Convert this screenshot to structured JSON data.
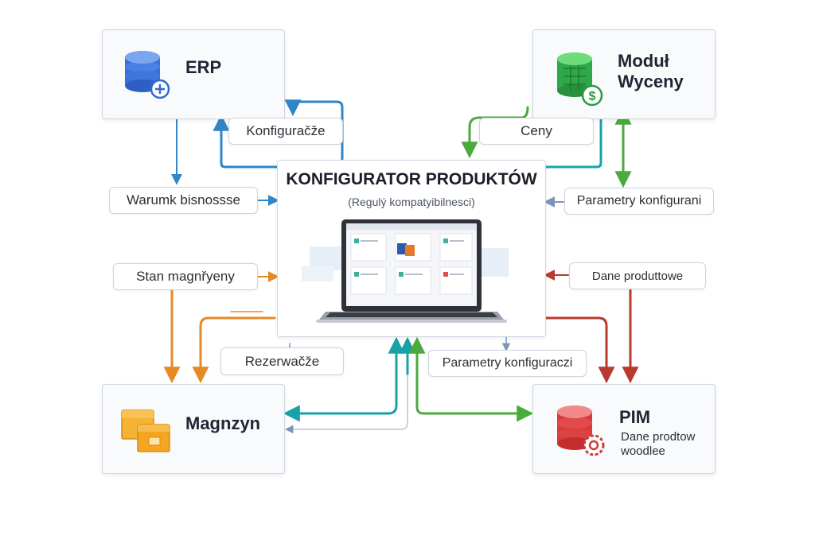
{
  "nodes": {
    "erp": {
      "title": "ERP"
    },
    "pricing": {
      "title_line1": "Moduł",
      "title_line2": "Wyceny"
    },
    "warehouse": {
      "title": "Magnzyn"
    },
    "pim": {
      "title": "PIM",
      "sub_line1": "Dane prodtow",
      "sub_line2": "woodlee"
    }
  },
  "center": {
    "title": "KONFIGURATOR PRODUKTÓW",
    "subtitle": "(Regulý kompatyibilnesci)"
  },
  "labels": {
    "konfiguracze": "Konfiguračže",
    "ceny": "Ceny",
    "warunki": "Warumk bisnossse",
    "parametry_right": "Parametry konfigurani",
    "stan": "Stan magnřyeny",
    "dane_produktowe": "Dane produttowe",
    "rezerwacze": "Rezerwačže",
    "parametry_bottom": "Parametry konfiguraczi"
  },
  "colors": {
    "blue": "#2f86c6",
    "teal": "#17a2a8",
    "green": "#4aaa3d",
    "orange": "#e58a26",
    "red": "#b83a2e",
    "slate": "#7b95b8"
  }
}
